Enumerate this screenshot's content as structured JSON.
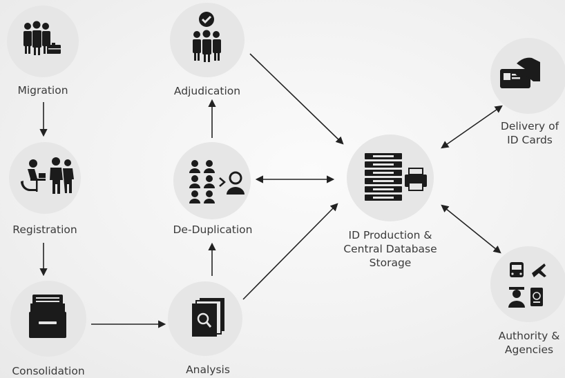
{
  "colors": {
    "icon": "#1b1b1b",
    "circle": "#e6e6e6",
    "arrow": "#222222",
    "text": "#3a3a3a"
  },
  "nodes": {
    "migration": {
      "label": "Migration",
      "icon": "group-with-briefcase-icon"
    },
    "registration": {
      "label": "Registration",
      "icon": "person-at-desk-icon"
    },
    "consolidation": {
      "label": "Consolidation",
      "icon": "file-drawer-icon"
    },
    "adjudication": {
      "label": "Adjudication",
      "icon": "approved-group-icon"
    },
    "deduplication": {
      "label": "De-Duplication",
      "icon": "face-matching-icon"
    },
    "analysis": {
      "label": "Analysis",
      "icon": "document-search-icon"
    },
    "central": {
      "label_line1": "ID Production &",
      "label_line2": "Central Database",
      "label_line3": "Storage",
      "icon": "server-printer-icon"
    },
    "delivery": {
      "label_line1": "Delivery of",
      "label_line2": "ID Cards",
      "icon": "hand-with-id-card-icon"
    },
    "authority": {
      "label_line1": "Authority &",
      "label_line2": "Agencies",
      "icon": "transport-and-officer-icon"
    }
  }
}
